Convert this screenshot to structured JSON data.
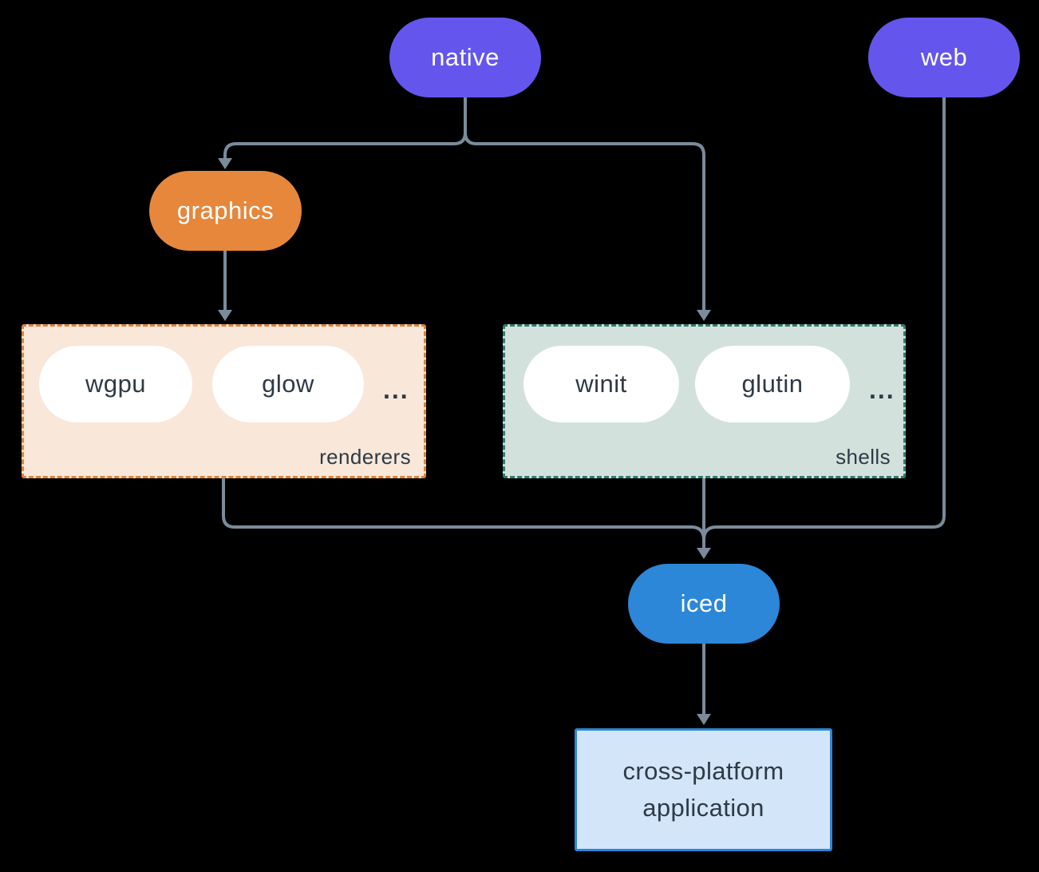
{
  "diagram": {
    "nodes": {
      "native": {
        "label": "native"
      },
      "web": {
        "label": "web"
      },
      "graphics": {
        "label": "graphics"
      },
      "iced": {
        "label": "iced"
      },
      "application": {
        "label": "cross-platform application"
      }
    },
    "groups": {
      "renderers": {
        "label": "renderers",
        "items": [
          "wgpu",
          "glow"
        ],
        "ellipsis": "..."
      },
      "shells": {
        "label": "shells",
        "items": [
          "winit",
          "glutin"
        ],
        "ellipsis": "..."
      }
    },
    "colors": {
      "purple": "#6456EC",
      "orange": "#E6873C",
      "blue": "#2C87D8",
      "renderers_bg": "#F9E7D9",
      "renderers_border": "#E0813B",
      "shells_bg": "#D3E1DC",
      "shells_border": "#2F7D6E",
      "app_bg": "#D3E5F8",
      "app_border": "#2C86D8",
      "line": "#7A8B9A",
      "dark_text": "#2E3A46"
    }
  }
}
